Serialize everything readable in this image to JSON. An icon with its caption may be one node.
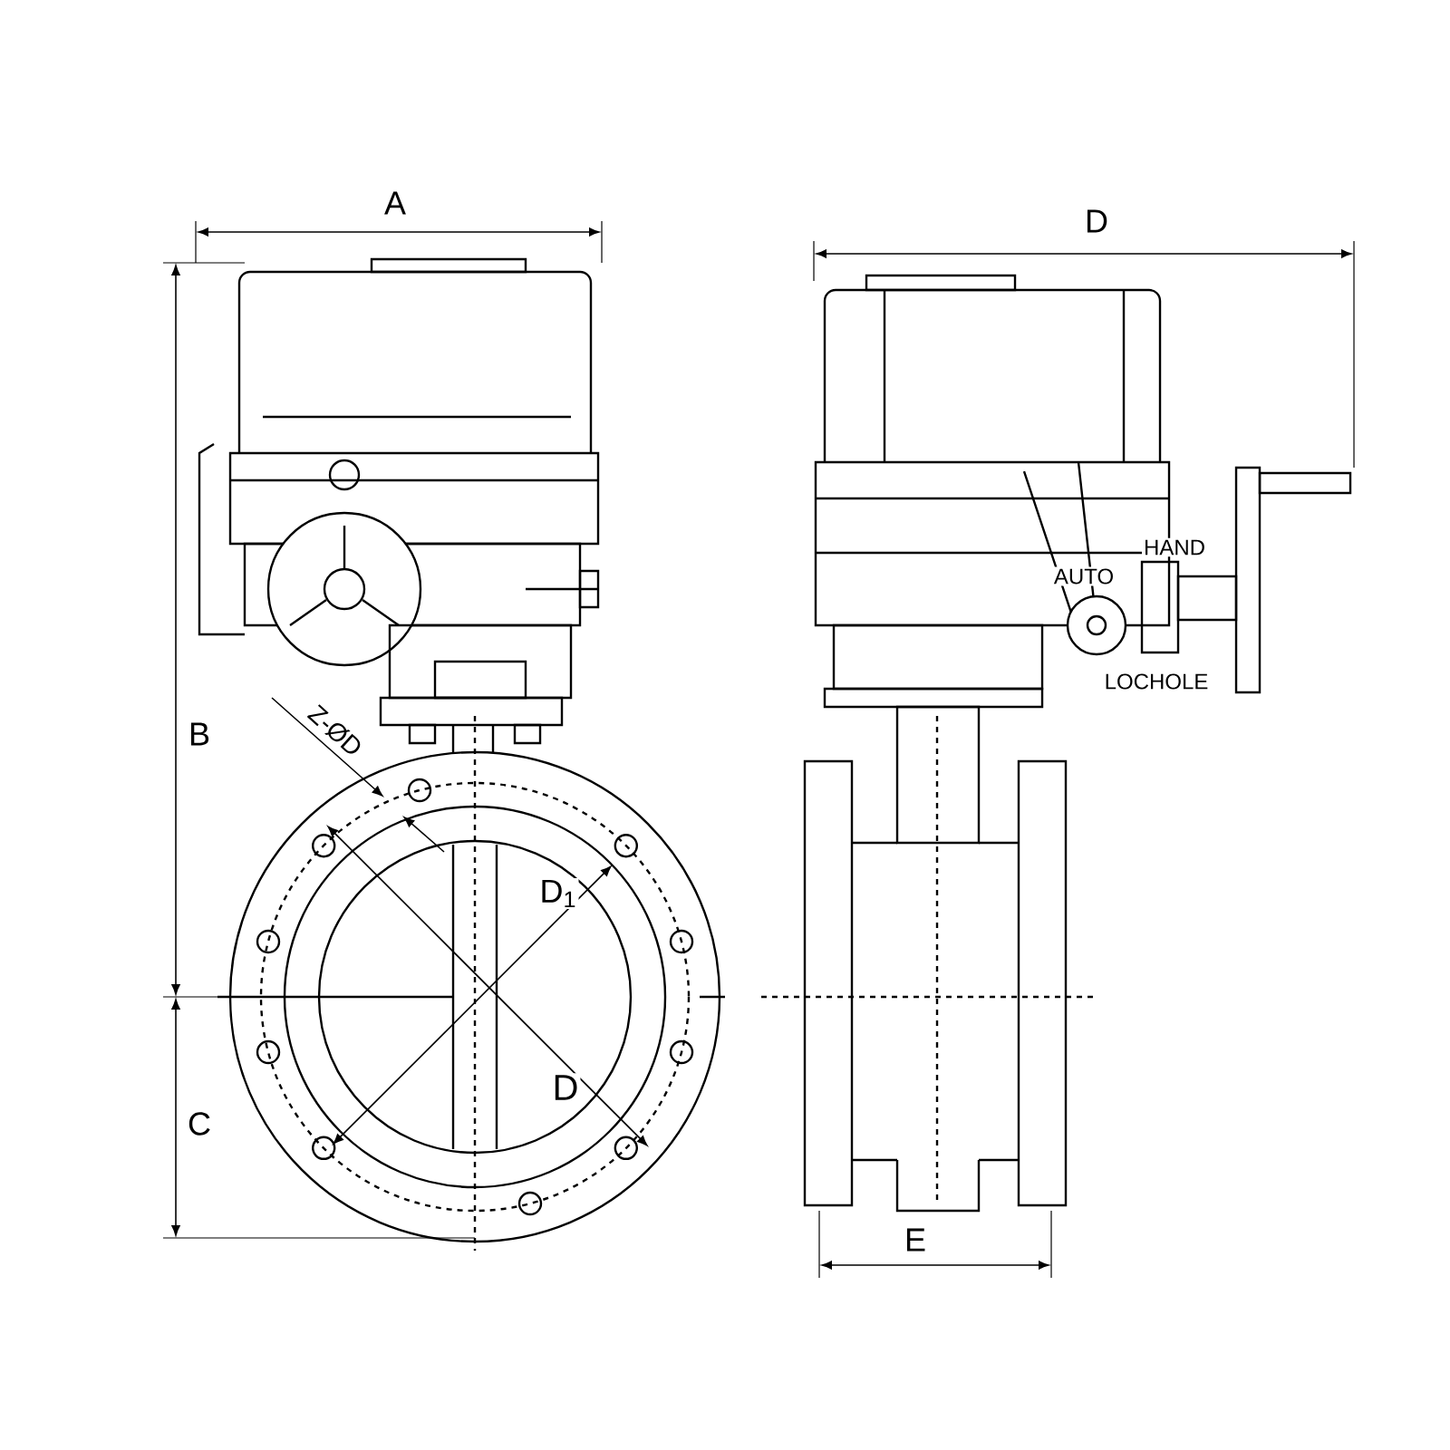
{
  "diagram": {
    "labels": [
      "A",
      "D",
      "B",
      "Z-ØD",
      "D$_{1}$",
      "D",
      "C",
      "E",
      "HAND",
      "AUTO",
      "LOCHOLE"
    ]
  }
}
